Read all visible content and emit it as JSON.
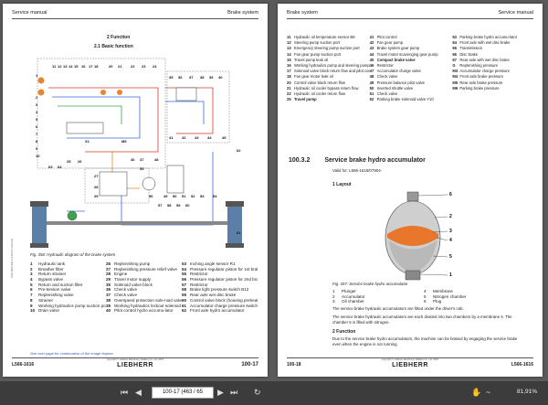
{
  "left_page": {
    "header_left": "Service manual",
    "header_right": "Brake system",
    "section": "2 Function",
    "subsection": "2.1 Basic function",
    "figure_caption": "Fig. 356: Hydraulic diagram of the brake system",
    "legend": [
      [
        "1",
        "Hydraulic tank",
        "26",
        "Replenishing pump",
        "53",
        "Inching angle sensor R1"
      ],
      [
        "2",
        "Breather filter",
        "27",
        "Replenishing pressure relief valve",
        "54",
        "Pressure regulator piston for 1st brake circuit"
      ],
      [
        "3",
        "Return strainer",
        "28",
        "Engine",
        "55",
        "Restrictor"
      ],
      [
        "4",
        "Bypass valve",
        "29",
        "Travel motor supply",
        "56",
        "Pressure regulator piston for 2nd brake circuit"
      ],
      [
        "5",
        "Return and suction filter",
        "35",
        "Solenoid valve block",
        "57",
        "Restrictor"
      ],
      [
        "6",
        "Pre-tension valve",
        "36",
        "Check valve",
        "58",
        "Brake light pressure switch B12"
      ],
      [
        "7",
        "Replenishing valve",
        "37",
        "Check valve",
        "59",
        "Rear axle wet disc brake"
      ],
      [
        "8",
        "Strainer",
        "38",
        "Overspeed protection sole-noid valve Y16",
        "60",
        "Control valve block (housing preheating)"
      ],
      [
        "9",
        "Working hydraulics pump suction port",
        "39",
        "Working hydraulics lockout solenoid valve Y14",
        "61",
        "Accumulator charge pressure switch B19"
      ],
      [
        "10",
        "Drain valve",
        "40",
        "Pilot control hydro accumu-lator",
        "62",
        "Front axle hydro accumulator"
      ]
    ],
    "note": "See next page for continuation of the image legend.",
    "footer_code": "L566-1616",
    "footer_page": "100-17",
    "footer_logo": "LIEBHERR",
    "footer_copy": "copyright © Liebherr Machinery (Dalian) Co. Ltd. 2016",
    "side_text": "LWH-MXX-BR-0-4-0674-1-001-EN",
    "diagram_labels": [
      "1",
      "2",
      "3",
      "4",
      "5",
      "6",
      "7",
      "8",
      "9",
      "10",
      "11",
      "12",
      "13",
      "14",
      "15",
      "16",
      "17",
      "18",
      "20",
      "21",
      "22",
      "23",
      "24",
      "25",
      "26",
      "27",
      "28",
      "29",
      "35",
      "36",
      "37",
      "38",
      "39",
      "40",
      "41",
      "42",
      "43",
      "44",
      "45",
      "46",
      "47",
      "48",
      "49",
      "50",
      "51",
      "52",
      "53",
      "54",
      "55",
      "56",
      "57",
      "58",
      "59",
      "60",
      "61",
      "62",
      "63",
      "64",
      "M6",
      "X1"
    ]
  },
  "right_page": {
    "header_left": "Brake system",
    "header_right": "Service manual",
    "list": [
      [
        "11",
        "Hydraulic oil temperature sensor B8",
        "41",
        "Pilot control",
        "63",
        "Parking brake hydro accumu-lator"
      ],
      [
        "12",
        "Steering pump suction port",
        "42",
        "Fan gear pump",
        "64",
        "Front axle with wet disc brake"
      ],
      [
        "13",
        "Emergency steering pump suction port",
        "43",
        "Brake system gear pump",
        "65",
        "Transmission"
      ],
      [
        "14",
        "Fan gear pump suction port",
        "44",
        "Travel motor scavenging gear pump",
        "66",
        "Disc brake"
      ],
      [
        "15",
        "Travel pump leak oil",
        "45",
        "Compact brake valve",
        "67",
        "Rear axle with wet disc brake"
      ],
      [
        "16",
        "Working hydraulics pump and steering pump leak oil",
        "46",
        "Restrictor",
        "G",
        "Replenishing pressure"
      ],
      [
        "17",
        "Solenoid valve block return flow and pilot control unit",
        "47",
        "Accumulator charge valve",
        "M3",
        "Accumulator charge pressure"
      ],
      [
        "18",
        "Fan gear motor leak oil",
        "48",
        "Check valve",
        "M4",
        "Front axle brake pressure"
      ],
      [
        "20",
        "Control valve block return flow",
        "49",
        "Pressure balance pilot valve",
        "M5",
        "Rear axle brake pressure"
      ],
      [
        "21",
        "Hydraulic oil cooler bypass return flow",
        "50",
        "Inverted shuttle valve",
        "M6",
        "Parking brake pressure"
      ],
      [
        "22",
        "Hydraulic oil cooler return flow",
        "51",
        "Check valve",
        "",
        ""
      ],
      [
        "25",
        "Travel pump",
        "52",
        "Parking brake solenoid valve Y10",
        "",
        ""
      ]
    ],
    "section": "100.3.2",
    "section_title": "Service brake hydro accumulator",
    "valid": "Valid for: L566-1616/07904-",
    "layout_title": "1 Layout",
    "callouts": [
      "1",
      "2",
      "3",
      "4",
      "5",
      "6"
    ],
    "figure_caption": "Fig. 357: Service brake hydro accumulator",
    "legend": [
      [
        "1",
        "Plunger",
        "4",
        "Membrane"
      ],
      [
        "2",
        "Accumulator",
        "5",
        "Nitrogen chamber"
      ],
      [
        "3",
        "Oil chamber",
        "6",
        "Plug"
      ]
    ],
    "para1": "The service brake hydraulic accumulators are fitted under the driver's cab.",
    "para2": "The service brake hydraulic accumulators are each divided into two chambers by a membrane 4. The chamber 5 is filled with nitrogen.",
    "function_title": "2 Function",
    "para3": "Due to the service brake hydro accumulators, the machine can be braked by engaging the service brake even when the engine is not running.",
    "footer_code": "L566-1616",
    "footer_page": "100-18",
    "footer_logo": "LIEBHERR",
    "footer_copy": "copyright © Liebherr Machinery (Dalian) Co. Ltd. 2016"
  },
  "toolbar": {
    "page_display": "100-17 (463 / 65",
    "zoom": "81,91%",
    "first": "⏮",
    "prev": "◀",
    "next": "▶",
    "last": "⏭",
    "hand": "✋",
    "tilde": "~",
    "rotate": "↻"
  },
  "colors": {
    "page_bg": "#ffffff",
    "viewer_bg": "#5a5a5a",
    "hydraulic_red": "#d73a2e",
    "hydraulic_blue": "#3a6bd7",
    "hydraulic_green": "#3aa34b",
    "hydraulic_orange": "#e6872e",
    "accumulator_orange": "#e8762b"
  }
}
